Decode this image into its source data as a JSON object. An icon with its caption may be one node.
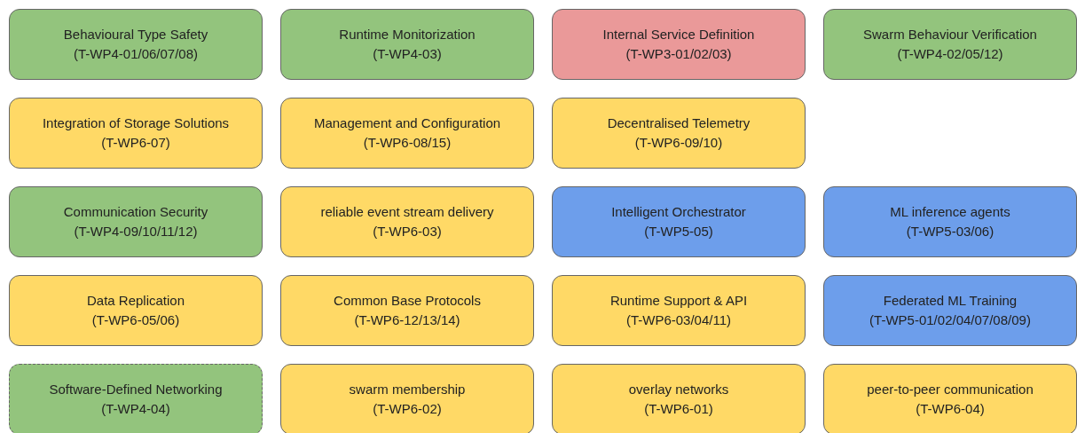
{
  "diagram": {
    "nodes": [
      {
        "text": [
          "Behavioural Type Safety",
          "(T-WP4-01/06/07/08)"
        ]
      },
      {
        "text": [
          "Runtime Monitorization",
          "(T-WP4-03)"
        ]
      },
      {
        "text": [
          "Internal Service Definition",
          "(T-WP3-01/02/03)"
        ]
      },
      {
        "text": [
          "Swarm Behaviour Verification",
          "(T-WP4-02/05/12)"
        ]
      },
      {
        "text": [
          "Integration of Storage Solutions",
          "(T-WP6-07)"
        ]
      },
      {
        "text": [
          "Management and Configuration",
          "(T-WP6-08/15)"
        ]
      },
      {
        "text": [
          "Decentralised Telemetry",
          "(T-WP6-09/10)"
        ]
      },
      {
        "text": [
          "Communication Security",
          "(T-WP4-09/10/11/12)"
        ]
      },
      {
        "text": [
          "reliable event stream delivery",
          "(T-WP6-03)"
        ]
      },
      {
        "text": [
          "Intelligent Orchestrator",
          "(T-WP5-05)"
        ]
      },
      {
        "text": [
          "ML inference agents",
          "(T-WP5-03/06)"
        ]
      },
      {
        "text": [
          "Data Replication",
          "(T-WP6-05/06)"
        ]
      },
      {
        "text": [
          "Common Base Protocols",
          "(T-WP6-12/13/14)"
        ]
      },
      {
        "text": [
          "Runtime Support & API",
          "(T-WP6-03/04/11)"
        ]
      },
      {
        "text": [
          "Federated ML Training",
          "(T-WP5-01/02/04/07/08/09)"
        ]
      },
      {
        "text": [
          "Software-Defined Networking",
          "(T-WP4-04)"
        ]
      },
      {
        "text": [
          "swarm membership",
          "(T-WP6-02)"
        ]
      },
      {
        "text": [
          "overlay networks",
          "(T-WP6-01)"
        ]
      },
      {
        "text": [
          "peer-to-peer communication",
          "(T-WP6-04)"
        ]
      }
    ]
  }
}
